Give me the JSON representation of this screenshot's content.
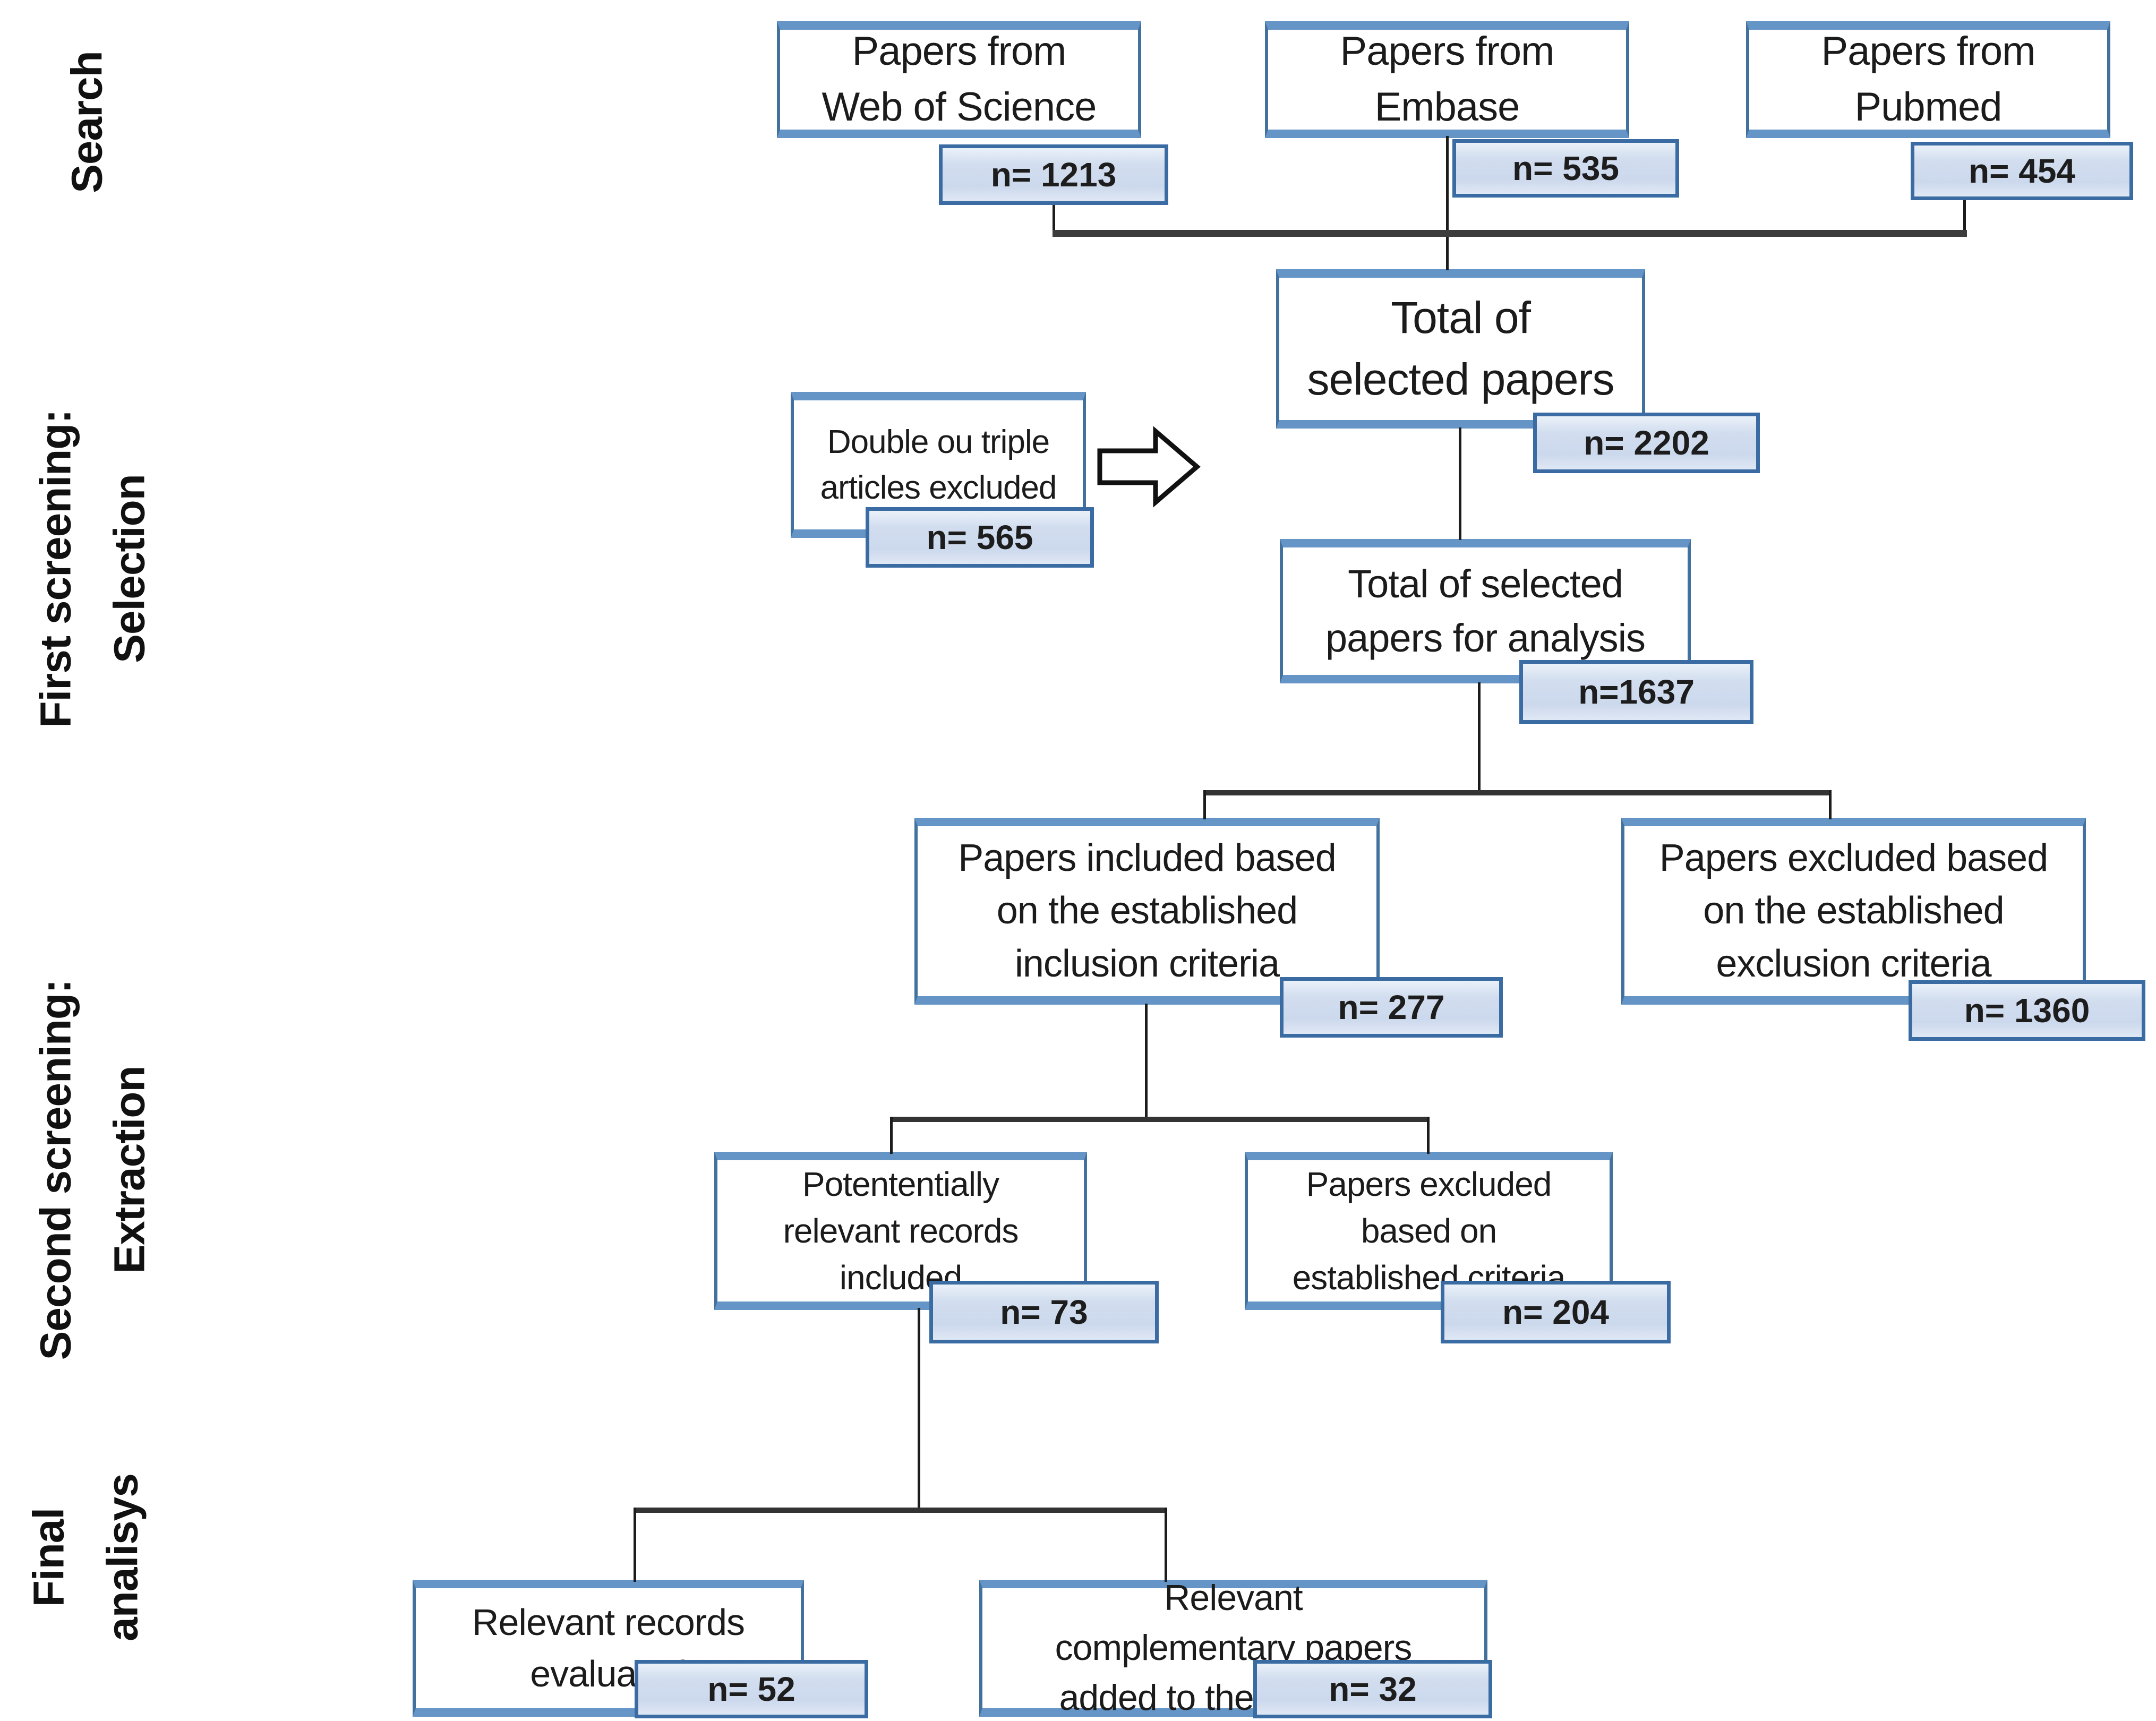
{
  "figure": {
    "type": "prisma-style-flow-diagram"
  },
  "stages": {
    "search": "Search",
    "first_screening": "First screening:\nSelection",
    "second_screening": "Second screening:\nExtraction",
    "final_analysis": "Final\nanalisys"
  },
  "boxes": {
    "wos": {
      "label": "Papers from\nWeb of Science",
      "n": "n= 1213"
    },
    "embase": {
      "label": "Papers from\nEmbase",
      "n": "n= 535"
    },
    "pubmed": {
      "label": "Papers from\nPubmed",
      "n": "n= 454"
    },
    "total": {
      "label": "Total of\nselected papers",
      "n": "n= 2202"
    },
    "duplicates": {
      "label": "Double ou triple\narticles excluded",
      "n": "n= 565"
    },
    "analysis": {
      "label": "Total of selected\npapers for analysis",
      "n": "n=1637"
    },
    "included": {
      "label": "Papers included based\non the established\ninclusion criteria",
      "n": "n= 277"
    },
    "excluded": {
      "label": "Papers excluded based\non the established\nexclusion criteria",
      "n": "n= 1360"
    },
    "potential": {
      "label": "Potententially\nrelevant records\nincluded",
      "n": "n= 73"
    },
    "excluded2": {
      "label": "Papers excluded\nbased on\nestablished criteria",
      "n": "n= 204"
    },
    "evaluated": {
      "label": "Relevant records\nevaluated",
      "n": "n= 52"
    },
    "complementary": {
      "label": "Relevant\ncomplementary papers\nadded to the database",
      "n": "n= 32"
    }
  },
  "colors": {
    "box_border": "#41719c",
    "box_band": "#6594c6",
    "badge_fill": "#ccd8ec",
    "badge_border": "#3a6ca3",
    "connector": "#2f2f2f",
    "text": "#1b1b1b"
  }
}
